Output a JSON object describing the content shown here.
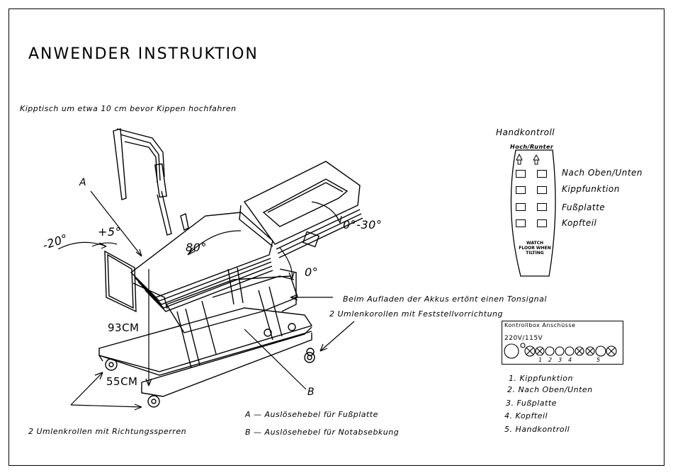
{
  "title": "ANWENDER INSTRUKTION",
  "instructions": {
    "lift_note": "Kipptisch um etwa 10 cm bevor Kippen hochfahren",
    "battery_note": "Beim Aufladen der Akkus ertönt einen Tonsignal",
    "rear_castors": "2 Umlenkorollen mit Feststellvorrichtung",
    "front_castors": "2 Umlenkrollen mit Richtungssperren",
    "legend_a": "A  —  Auslösehebel für Fußplatte",
    "legend_b": "B  —  Auslösehebel für Notabsebkung"
  },
  "labels": {
    "a": "A",
    "b": "B",
    "neg20": "-20°",
    "pos5": "+5°",
    "deg80": "80°",
    "deg0": "0°",
    "deg0_30": "0°-30°",
    "h93": "93CM",
    "h55": "55CM"
  },
  "handkontroll": {
    "title": "Handkontroll",
    "header": "Hoch/Runter",
    "items": [
      "Nach Oben/Unten",
      "Kippfunktion",
      "Fußplatte",
      "Kopfteil"
    ],
    "warning": [
      "WATCH",
      "FLOOR WHEN",
      "TILTING"
    ]
  },
  "kontrollbox": {
    "title": "Kontrollbox Anschüsse",
    "voltage": "220V/115V",
    "ports": [
      "1",
      "2",
      "3",
      "4",
      "5"
    ]
  },
  "port_list": [
    "1.  Kippfunktion",
    "2.  Nach Oben/Unten",
    "3.  Fußplatte",
    "4.  Kopfteil",
    "5.  Handkontroll"
  ]
}
